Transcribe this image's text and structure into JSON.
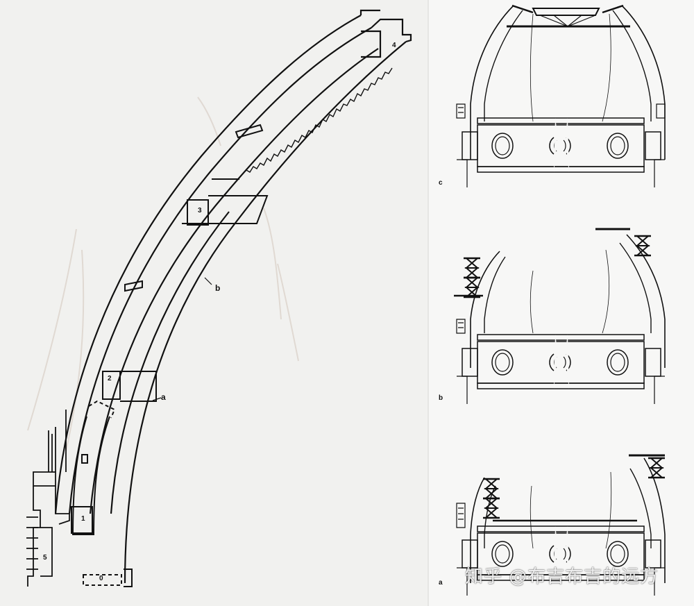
{
  "section_drawing": {
    "labels": {
      "n1": "1",
      "n2": "2",
      "n3": "3",
      "n4": "4",
      "n5": "5",
      "n0": "0",
      "a": "a",
      "b": "b"
    }
  },
  "dome_views": [
    {
      "id": "c",
      "label": "c"
    },
    {
      "id": "b",
      "label": "b"
    },
    {
      "id": "a",
      "label": "a"
    }
  ],
  "watermark": "知乎 @布吉布吉的远方",
  "colors": {
    "ink": "#111111",
    "paper": "#f3f3f1"
  }
}
